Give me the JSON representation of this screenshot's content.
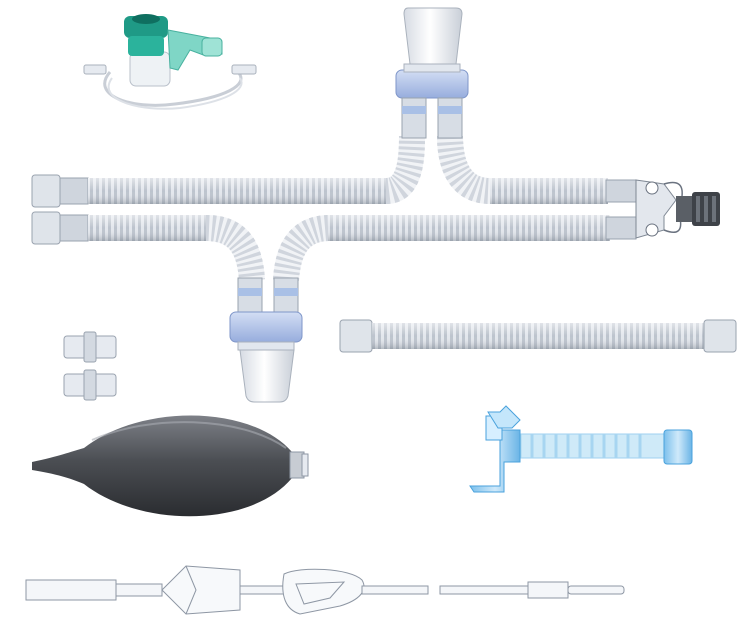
{
  "image": {
    "kind": "product-illustration",
    "background": "#ffffff"
  },
  "palette": {
    "tube": "#dfe4ea",
    "tube_shade": "#b9c0ca",
    "tube_dark": "#8e97a4",
    "collar_blue": "#b7c8ea",
    "collar_blue_dark": "#8aa2d6",
    "cup": "#eef1f5",
    "mask_green": "#1f9a86",
    "mask_green_light": "#7fd6c6",
    "bag_dark": "#3b3d41",
    "bag_mid": "#6f7278",
    "filter_blue": "#9fd0f0",
    "filter_blue_dark": "#4aa2dc",
    "outline": "#6b7380"
  },
  "components": [
    {
      "name": "nebulizer-mask-kit",
      "icon": "nebulizer-icon"
    },
    {
      "name": "water-trap-upper",
      "icon": "water-trap-icon"
    },
    {
      "name": "dual-limb-circuit",
      "icon": "corrugated-tube-icon"
    },
    {
      "name": "water-trap-lower",
      "icon": "water-trap-icon"
    },
    {
      "name": "y-piece-connector",
      "icon": "y-connector-icon"
    },
    {
      "name": "extension-tube",
      "icon": "corrugated-tube-icon"
    },
    {
      "name": "straight-adapter-1",
      "icon": "adapter-icon"
    },
    {
      "name": "straight-adapter-2",
      "icon": "adapter-icon"
    },
    {
      "name": "reservoir-bag",
      "icon": "bag-icon"
    },
    {
      "name": "catheter-mount",
      "icon": "catheter-mount-icon"
    },
    {
      "name": "suction-catheter",
      "icon": "catheter-icon"
    }
  ]
}
